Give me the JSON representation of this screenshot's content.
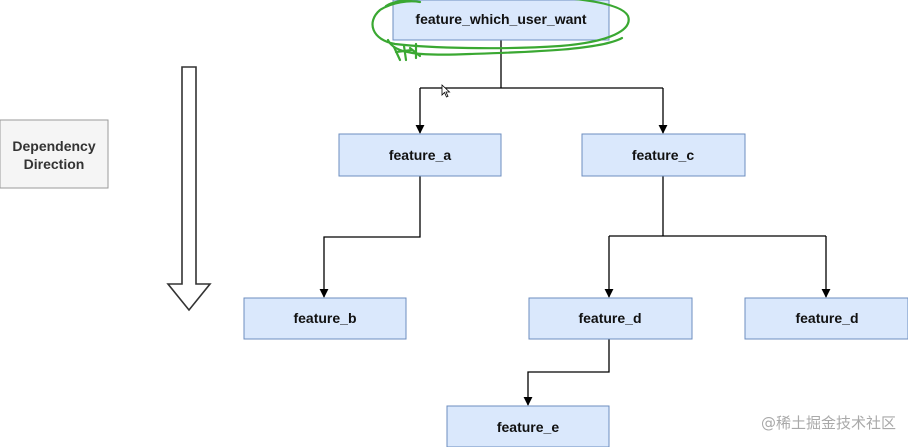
{
  "legend": {
    "line1": "Dependency",
    "line2": "Direction"
  },
  "nodes": {
    "root": "feature_which_user_want",
    "a": "feature_a",
    "c": "feature_c",
    "b": "feature_b",
    "d1": "feature_d",
    "d2": "feature_d",
    "e": "feature_e"
  },
  "edges": [
    {
      "from": "root",
      "to": "a"
    },
    {
      "from": "root",
      "to": "c"
    },
    {
      "from": "a",
      "to": "b"
    },
    {
      "from": "c",
      "to": "d1"
    },
    {
      "from": "c",
      "to": "d2"
    },
    {
      "from": "d1",
      "to": "e"
    }
  ],
  "watermark": "@稀土掘金技术社区",
  "colors": {
    "node_fill": "#dae8fc",
    "node_border": "#6c8ebf",
    "annotation": "#3aa832"
  }
}
